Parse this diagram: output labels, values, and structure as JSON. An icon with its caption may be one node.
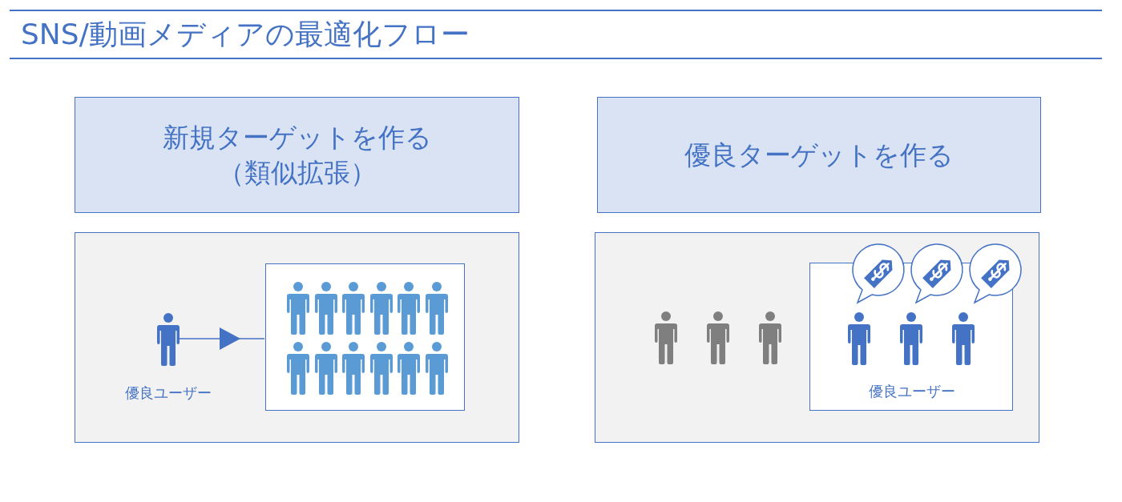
{
  "diagram": {
    "title": "SNS/動画メディアの最適化フロー",
    "nodes": [
      {
        "text": [
          "新規ターゲットを作る",
          "（類似拡張）"
        ]
      },
      {
        "text": [
          "優良ターゲットを作る"
        ]
      },
      {
        "text": [],
        "shape": "box"
      },
      {
        "text": [],
        "shape": "person",
        "in": 2,
        "beside": [
          "優良ユーザー"
        ]
      },
      {
        "text": [],
        "shape": "box",
        "in": 2
      },
      {
        "text": [],
        "shape": "box"
      },
      {
        "text": [
          "優良ユーザー"
        ],
        "in": 5
      }
    ],
    "edges": [
      {
        "from": 3,
        "to": 4,
        "arrow": "to"
      }
    ]
  }
}
